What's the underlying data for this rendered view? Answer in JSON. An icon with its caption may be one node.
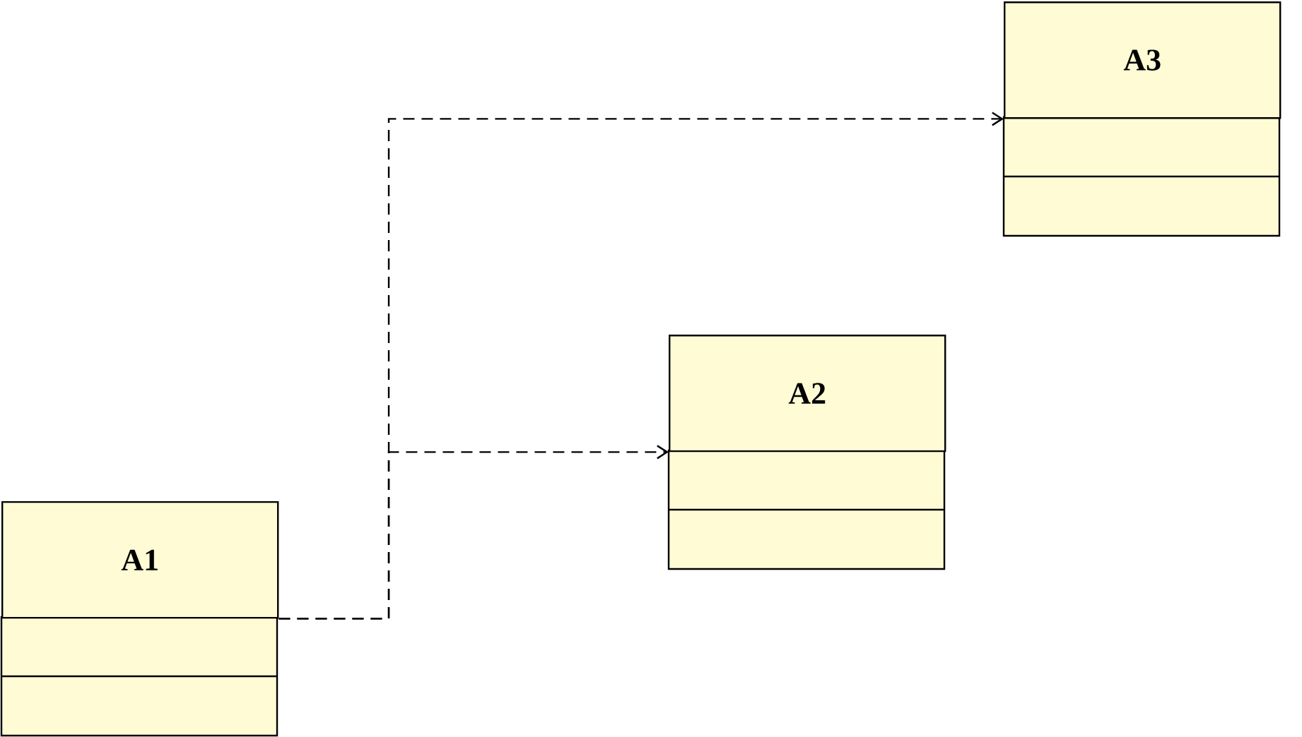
{
  "diagram": {
    "nodes": [
      {
        "text": [
          "A1"
        ]
      },
      {
        "text": [
          "A2"
        ]
      },
      {
        "text": [
          "A3"
        ]
      }
    ],
    "edges": [
      {
        "from": 0,
        "to": 1,
        "arrow": "to",
        "style": "dashed"
      },
      {
        "from": 0,
        "to": 2,
        "arrow": "to",
        "style": "dashed"
      }
    ]
  }
}
